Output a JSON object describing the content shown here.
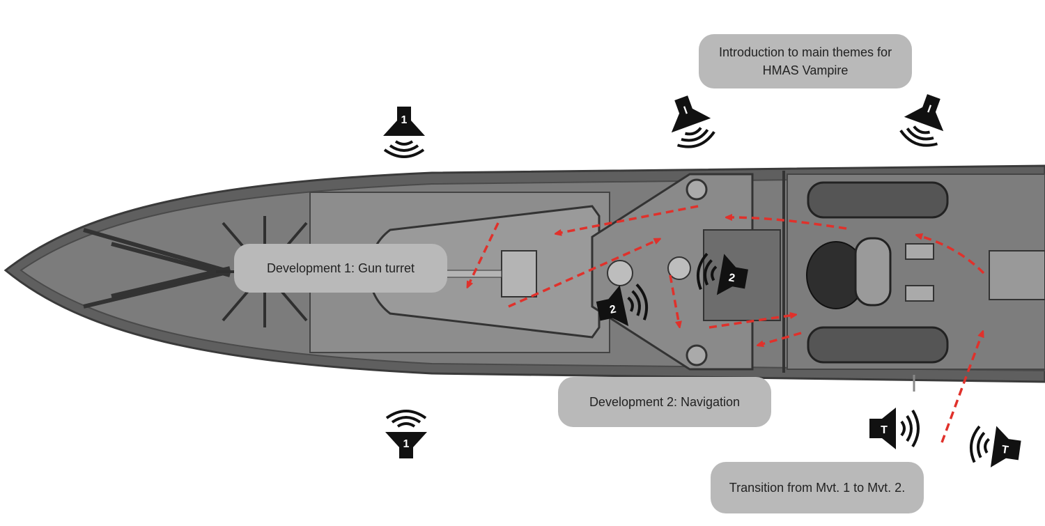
{
  "labels": {
    "intro_line1": "Introduction to main themes for",
    "intro_line2": "HMAS Vampire",
    "development_1": "Development 1: Gun turret",
    "development_2": "Development 2: Navigation",
    "transition": "Transition from Mvt. 1 to Mvt. 2."
  },
  "speakers": [
    {
      "name": "speaker-1-top",
      "mark": "1"
    },
    {
      "name": "speaker-1-bottom",
      "mark": "1"
    },
    {
      "name": "speaker-I-a",
      "mark": "I"
    },
    {
      "name": "speaker-I-b",
      "mark": "I"
    },
    {
      "name": "speaker-2-left",
      "mark": "2"
    },
    {
      "name": "speaker-2-right",
      "mark": "2"
    },
    {
      "name": "speaker-T-left",
      "mark": "T"
    },
    {
      "name": "speaker-T-right",
      "mark": "T"
    }
  ],
  "colors": {
    "arrow": "#e0312b",
    "hull": "#6e6e6e",
    "deck": "#8a8a8a",
    "label_bg": "#b9b9b9",
    "speaker": "#111111"
  }
}
